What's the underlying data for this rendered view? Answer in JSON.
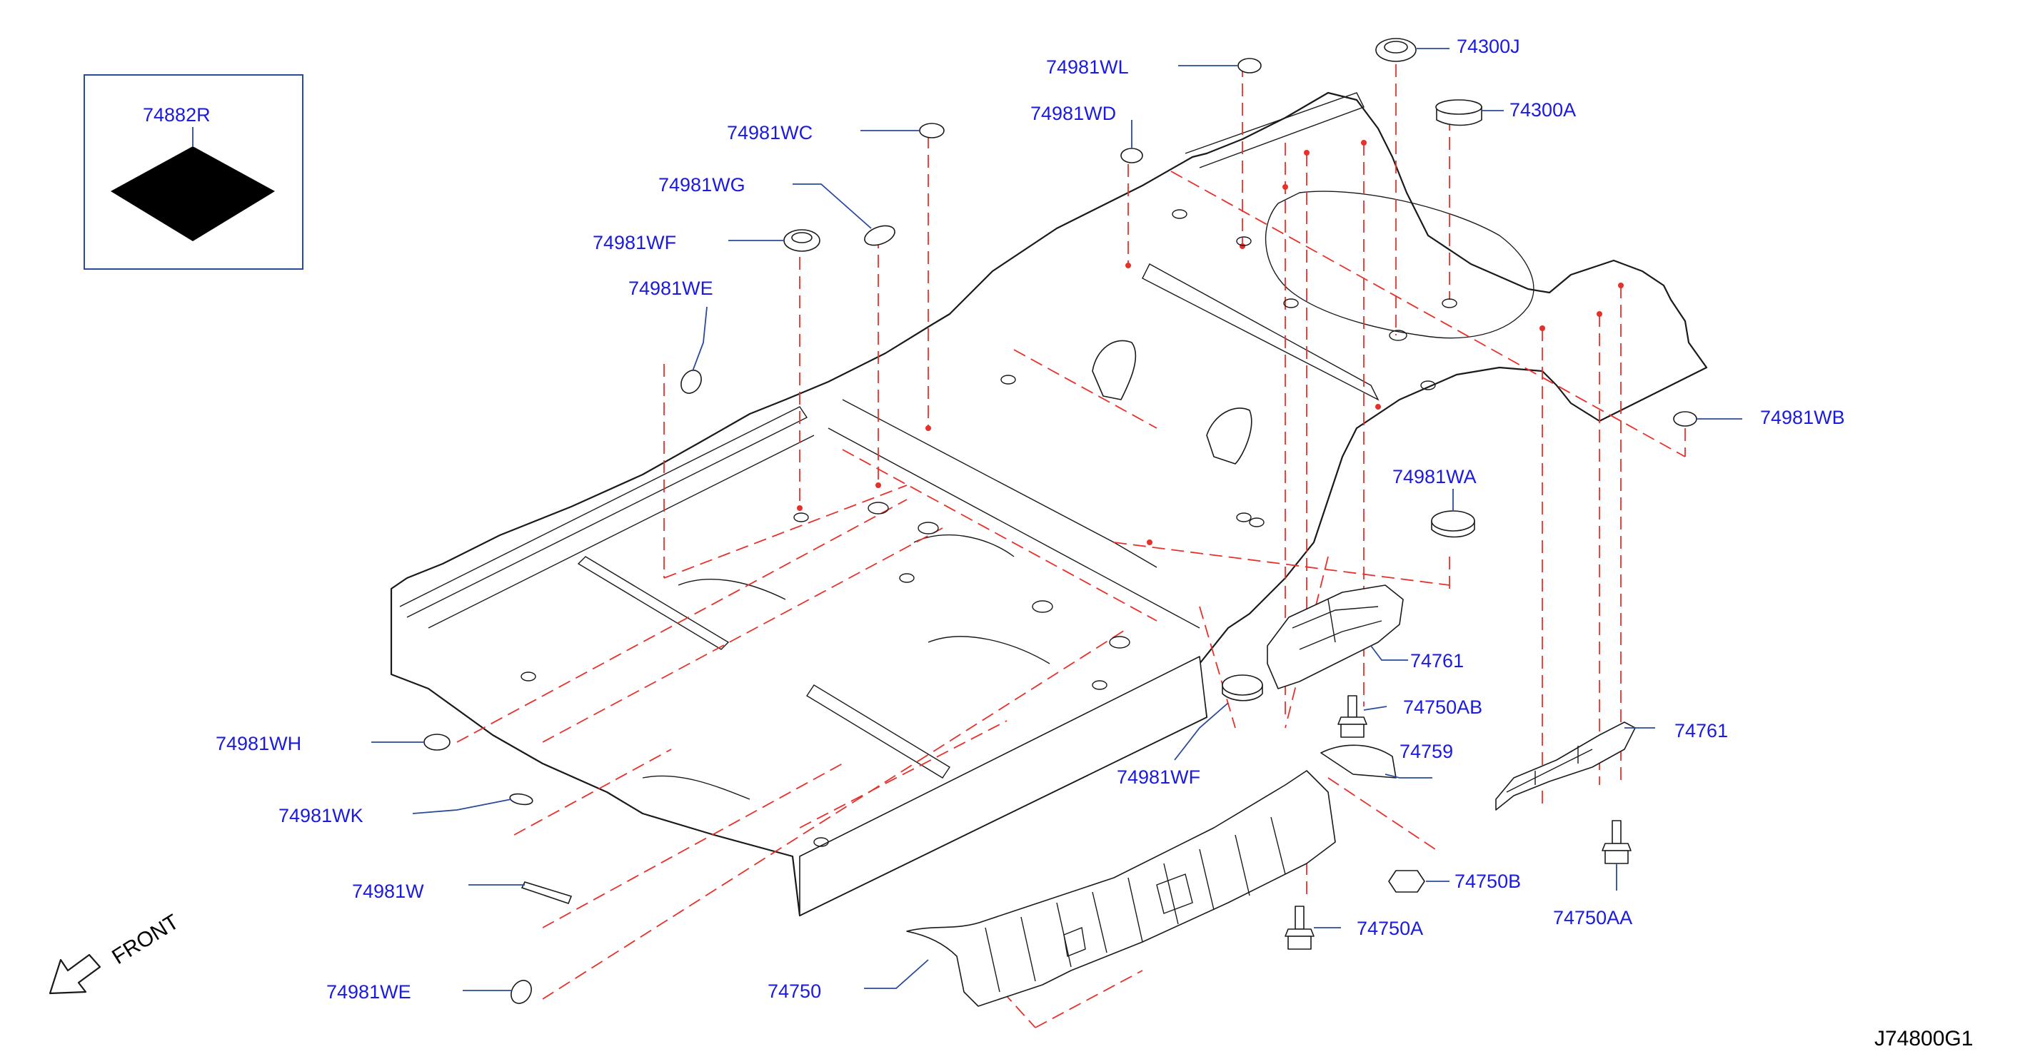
{
  "diagram_code": "J74800G1",
  "front_label": "FRONT",
  "colors": {
    "label": "#1a1ae0",
    "leader": "#2a4a9a",
    "dash": "#e8302a",
    "line": "#1a1a1a"
  },
  "inset": {
    "label": "74882R",
    "icon": "diamond-pad-icon"
  },
  "labels": {
    "wl": "74981WL",
    "wc": "74981WC",
    "wd": "74981WD",
    "wg": "74981WG",
    "wf_top": "74981WF",
    "we_top": "74981WE",
    "j": "74300J",
    "a": "74300A",
    "wb": "74981WB",
    "wa": "74981WA",
    "wh": "74981WH",
    "wk": "74981WK",
    "w": "74981W",
    "we_bottom": "74981WE",
    "wf_bottom": "74981WF",
    "p74761_left": "74761",
    "p74750ab": "74750AB",
    "p74759": "74759",
    "p74761_right": "74761",
    "p74750b": "74750B",
    "p74750a": "74750A",
    "p74750aa": "74750AA",
    "p74750": "74750"
  }
}
